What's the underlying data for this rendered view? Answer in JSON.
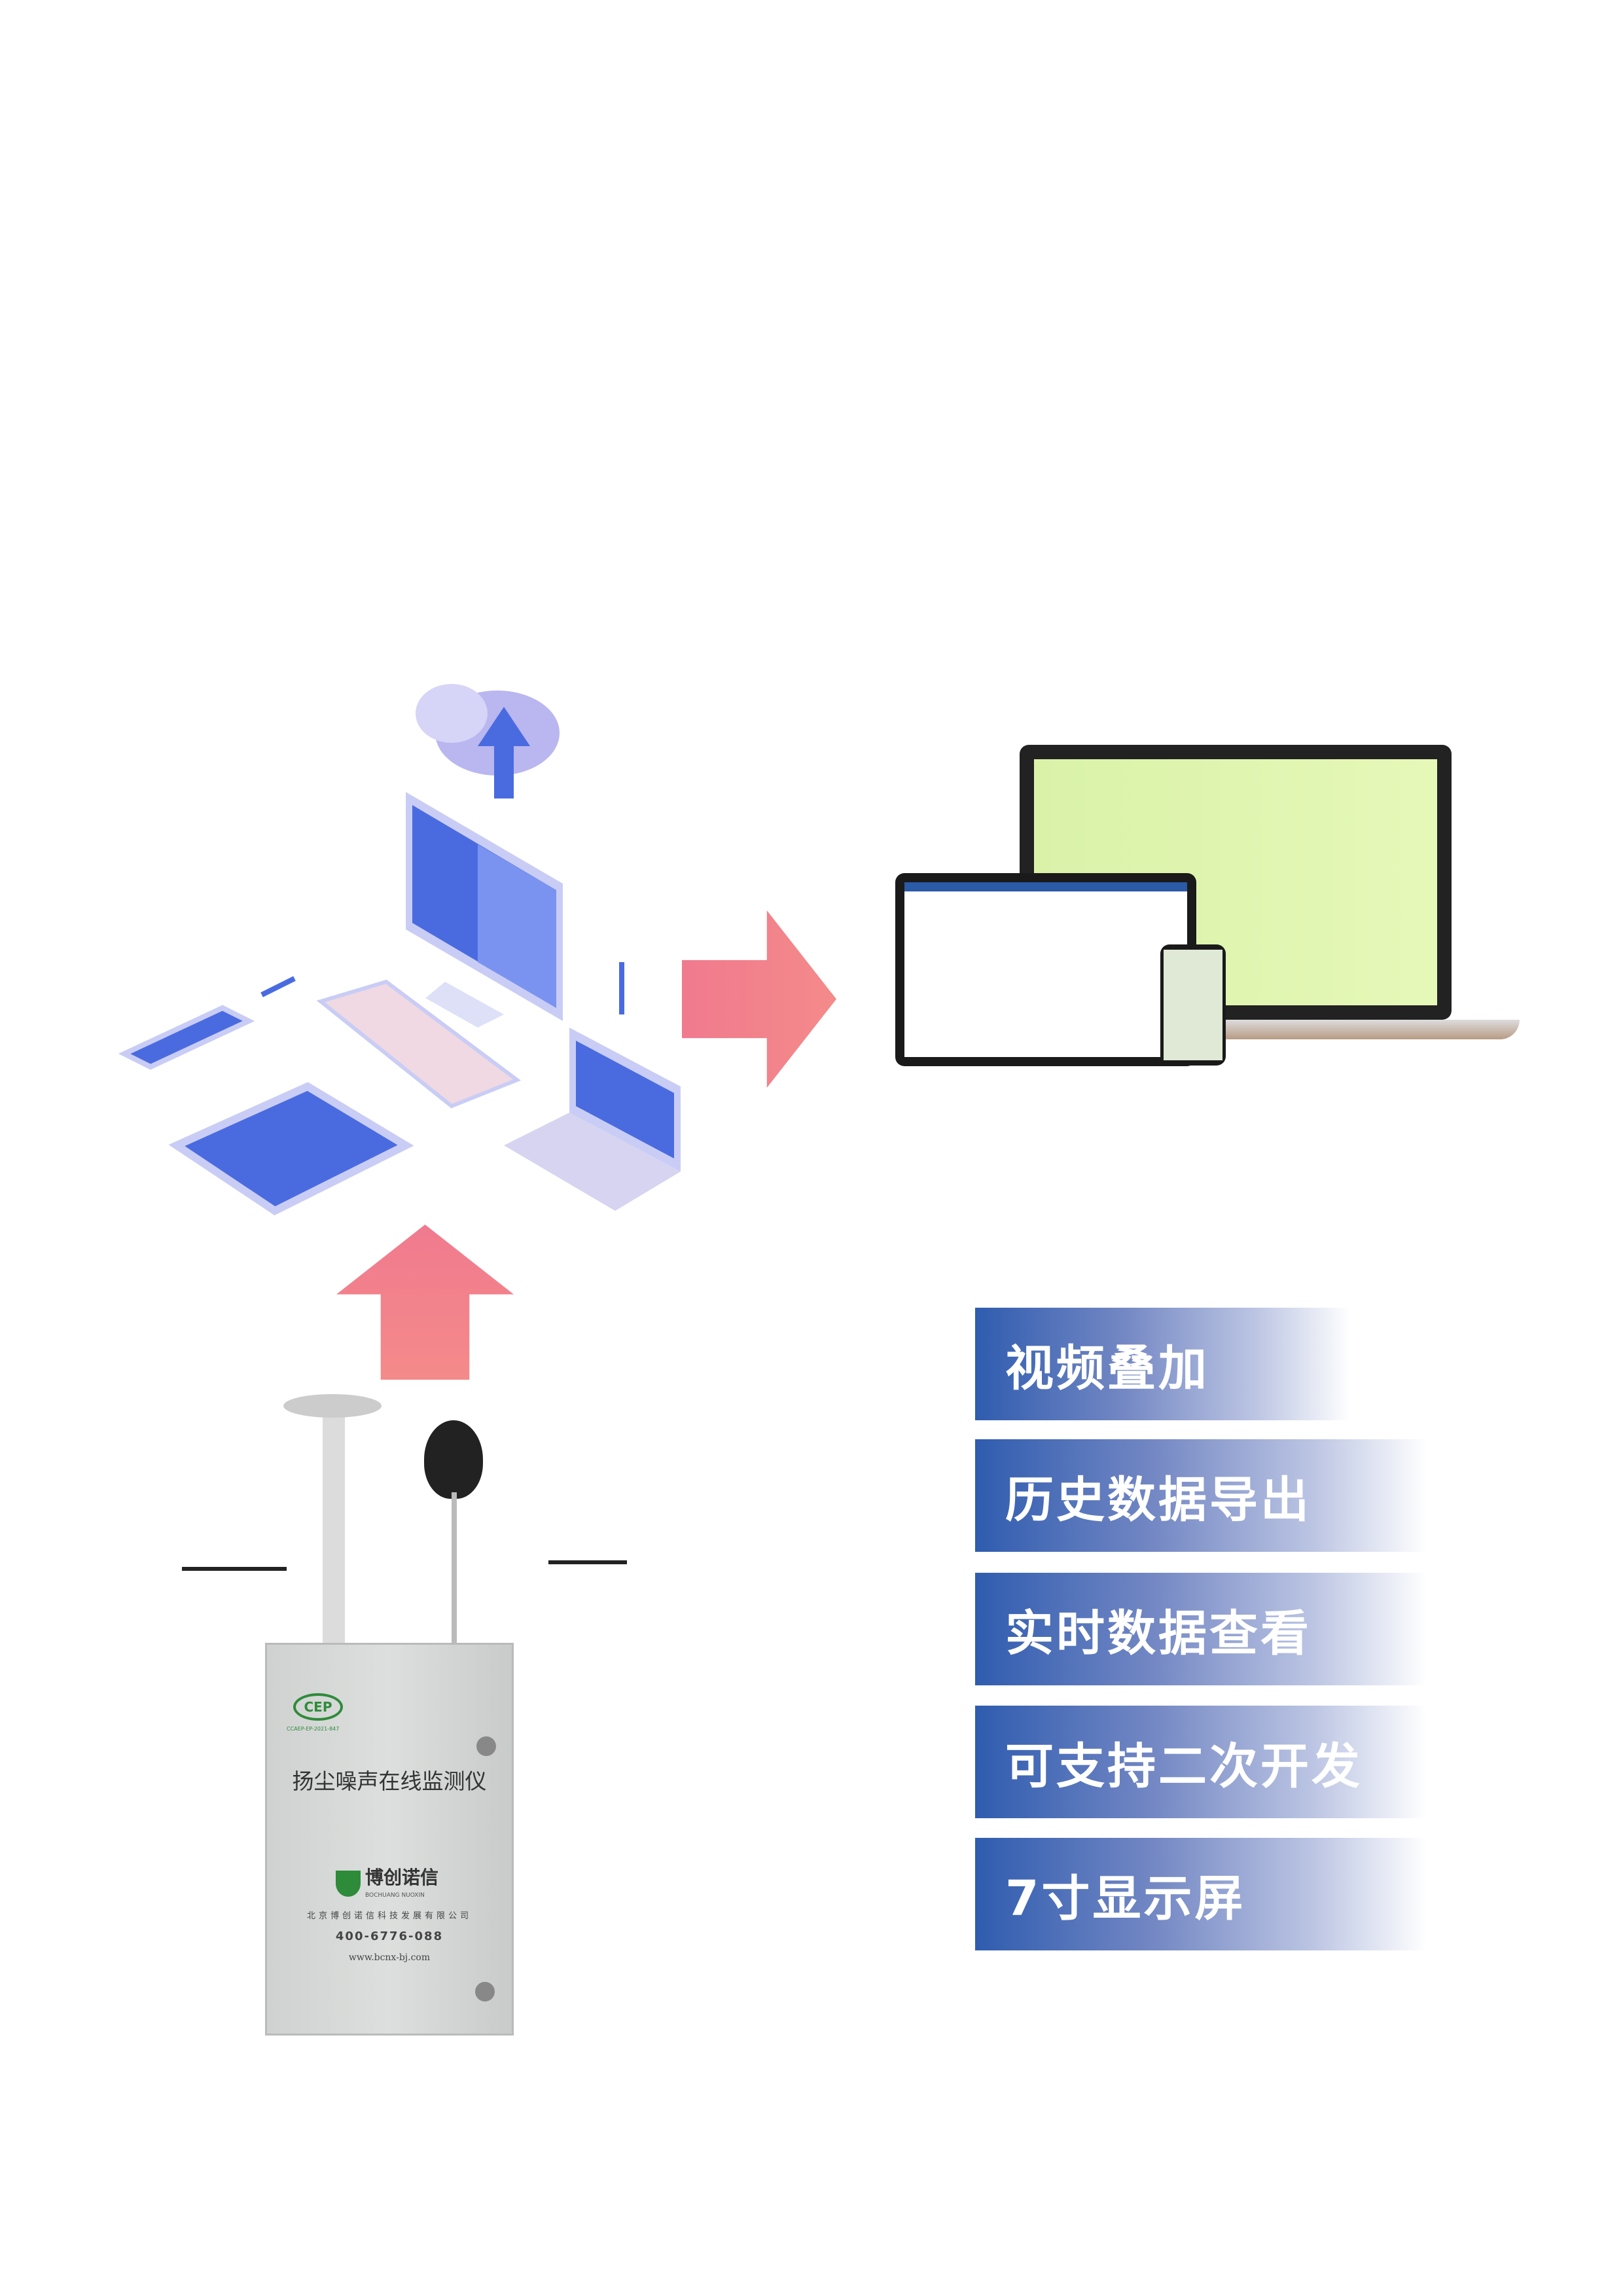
{
  "features": [
    "视频叠加",
    "历史数据导出",
    "实时数据查看",
    "可支持二次开发",
    "7寸显示屏"
  ],
  "device": {
    "cert_logo": "CEP",
    "cert_code": "CCAEP-EP-2021-847",
    "product_name": "扬尘噪声在线监测仪",
    "brand_cn": "博创诺信",
    "brand_en": "BOCHUANG NUOXIN",
    "company": "北京博创诺信科技发展有限公司",
    "phone": "400-6776-088",
    "website": "www.bcnx-bj.com"
  },
  "colors": {
    "bar_start": "#2f5caf",
    "arrow": "#f07a8e",
    "iso_blue": "#4a6be0",
    "brand_green": "#2e8b3a"
  }
}
